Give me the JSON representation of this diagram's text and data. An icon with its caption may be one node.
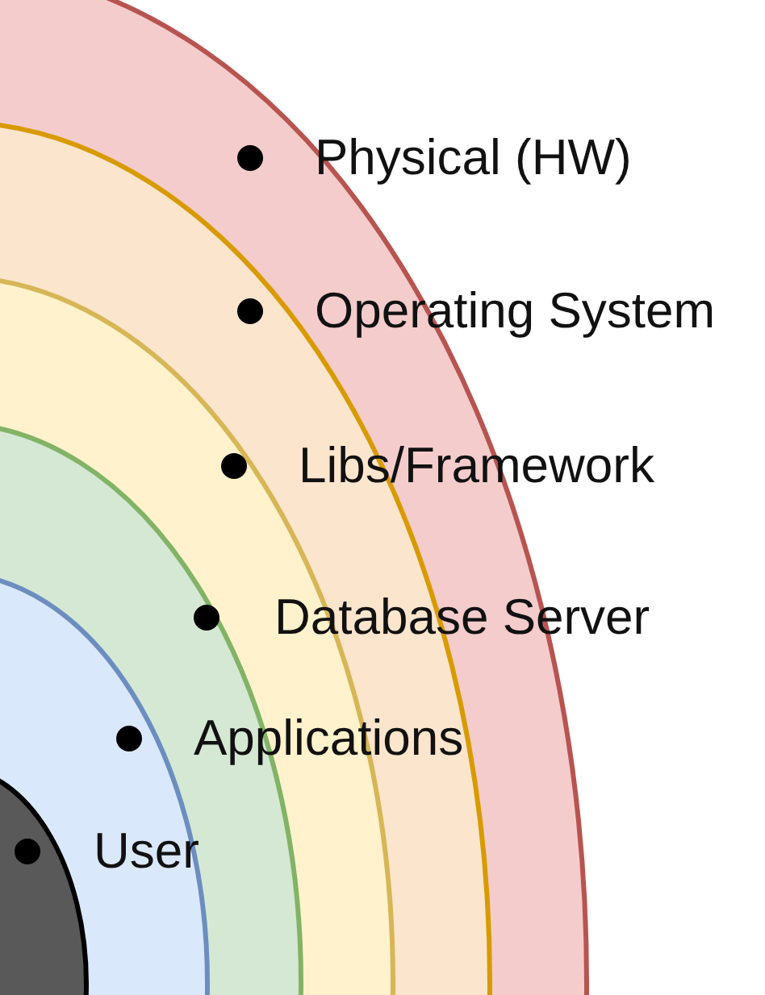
{
  "diagram": {
    "nodes": [
      {
        "text": [
          "Physical (HW)"
        ]
      },
      {
        "text": [
          "Operating System"
        ],
        "in": 0
      },
      {
        "text": [
          "Libs/Framework"
        ],
        "in": 1
      },
      {
        "text": [
          "Database Server"
        ],
        "in": 2
      },
      {
        "text": [
          "Applications"
        ],
        "in": 3
      },
      {
        "text": [
          "User"
        ],
        "in": 4
      }
    ]
  }
}
